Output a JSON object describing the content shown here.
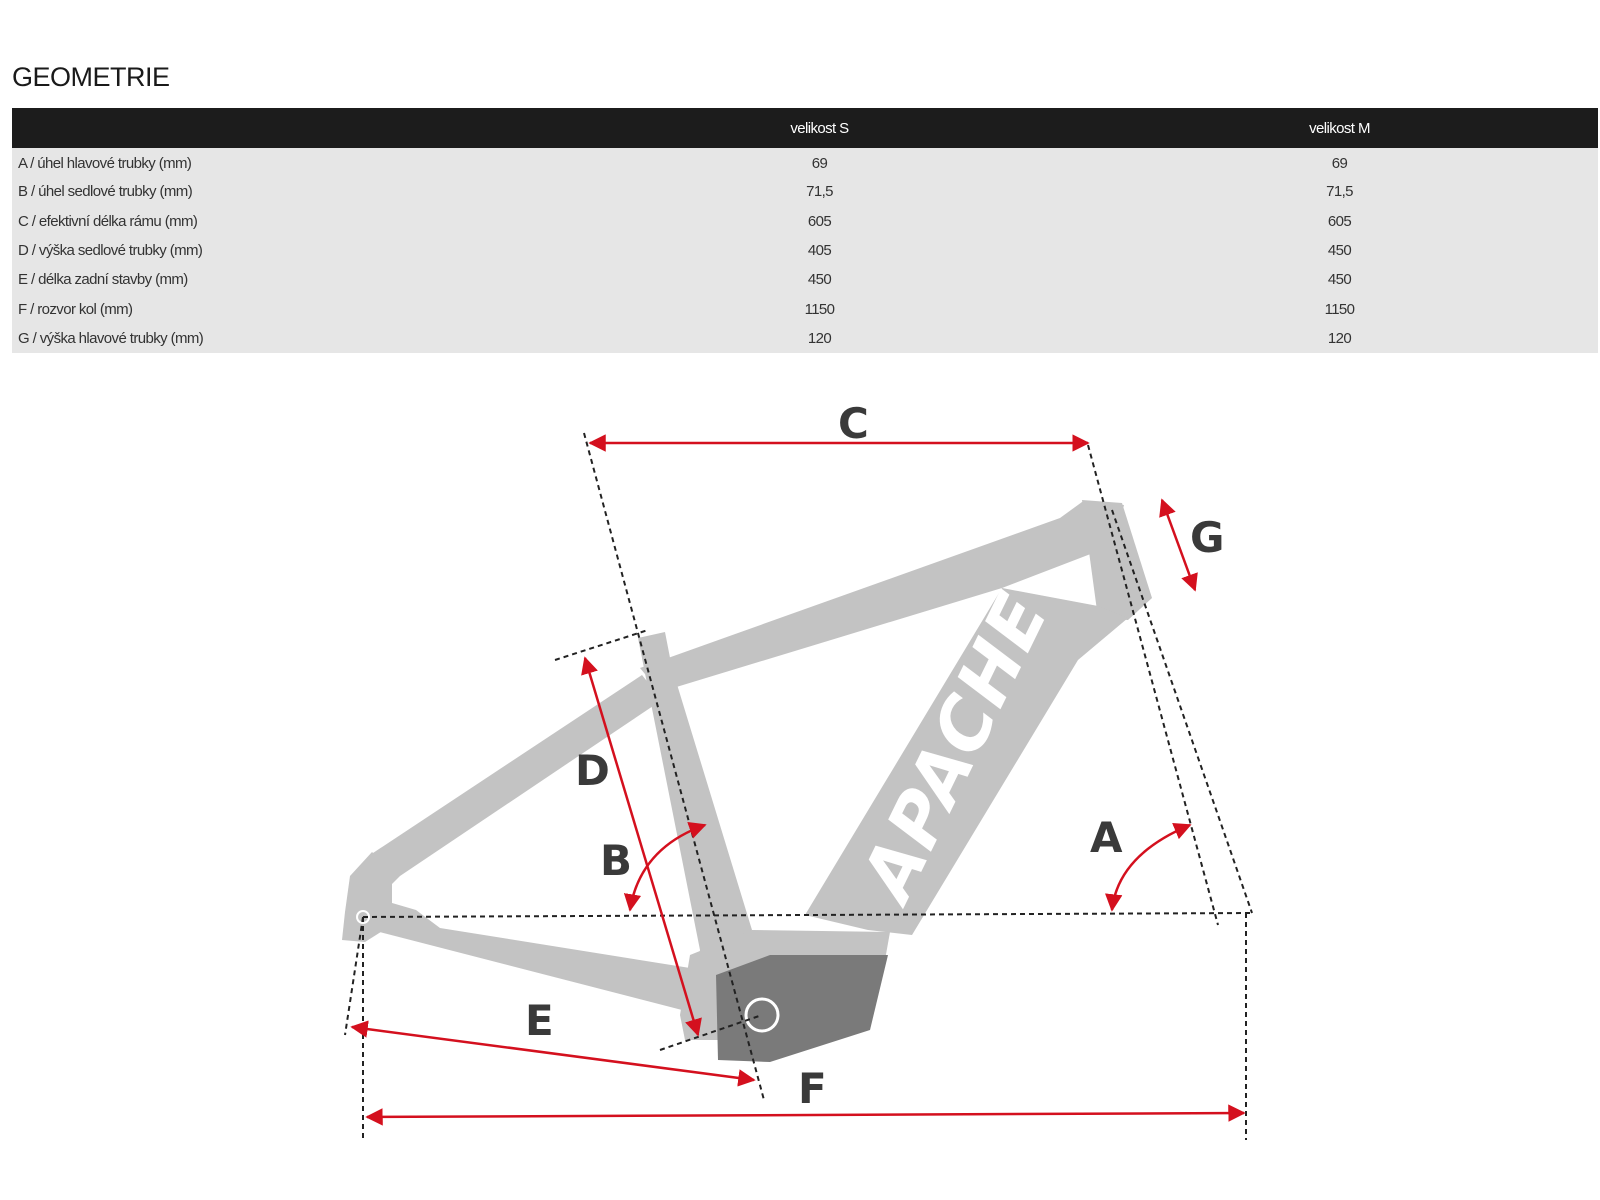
{
  "title": "GEOMETRIE",
  "table": {
    "headers": [
      "",
      "velikost S",
      "velikost M"
    ],
    "rows": [
      {
        "label": "A / úhel hlavové trubky (mm)",
        "s": "69",
        "m": "69"
      },
      {
        "label": "B / úhel sedlové trubky (mm)",
        "s": "71,5",
        "m": "71,5"
      },
      {
        "label": "C / efektivní délka rámu (mm)",
        "s": "605",
        "m": "605"
      },
      {
        "label": "D / výška sedlové trubky (mm)",
        "s": "405",
        "m": "450"
      },
      {
        "label": "E / délka zadní stavby (mm)",
        "s": "450",
        "m": "450"
      },
      {
        "label": "F / rozvor kol (mm)",
        "s": "1150",
        "m": "1150"
      },
      {
        "label": "G / výška hlavové trubky (mm)",
        "s": "120",
        "m": "120"
      }
    ]
  },
  "diagram": {
    "brand": "APACHE",
    "labels": {
      "A": "A",
      "B": "B",
      "C": "C",
      "D": "D",
      "E": "E",
      "F": "F",
      "G": "G"
    },
    "colors": {
      "frame": "#c3c3c3",
      "motor": "#7a7a7a",
      "arrow": "#d4101e",
      "guide": "#222222",
      "header": "#1c1c1c",
      "row_bg": "#e6e6e6"
    }
  }
}
